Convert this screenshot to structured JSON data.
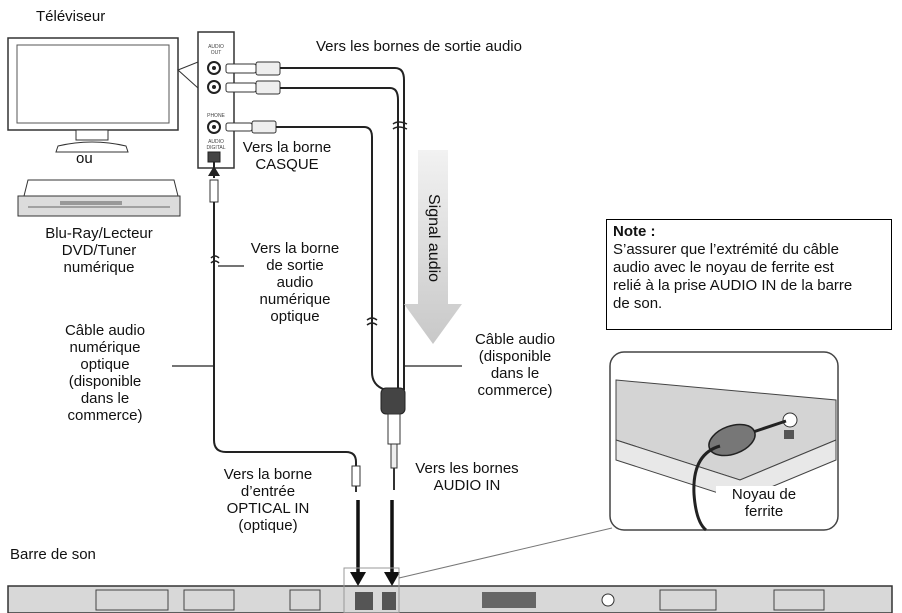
{
  "devices": {
    "tv": "Téléviseur",
    "or": "ou",
    "player": [
      "Blu-Ray/Lecteur",
      "DVD/Tuner",
      "numérique"
    ],
    "soundbar": "Barre de son"
  },
  "panel_labels": {
    "audio_out": [
      "AUDIO",
      "OUT"
    ],
    "phone": "PHONE",
    "audio_digital": [
      "AUDIO",
      "DIGITAL"
    ]
  },
  "labels": {
    "audio_out_terminals": "Vers les bornes de sortie audio",
    "headphone": [
      "Vers la borne",
      "CASQUE"
    ],
    "digital_out": [
      "Vers la borne",
      "de sortie",
      "audio",
      "numérique",
      "optique"
    ],
    "optical_cable": [
      "Câble audio",
      "numérique",
      "optique",
      "(disponible",
      "dans le",
      "commerce)"
    ],
    "audio_cable": [
      "Câble audio",
      "(disponible",
      "dans le",
      "commerce)"
    ],
    "optical_in": [
      "Vers la borne",
      "d’entrée",
      "OPTICAL IN",
      "(optique)"
    ],
    "audio_in": [
      "Vers les bornes",
      "AUDIO IN"
    ],
    "ferrite": [
      "Noyau de",
      "ferrite"
    ],
    "signal": "Signal audio"
  },
  "note": {
    "title": "Note :",
    "text": [
      "S’assurer que l’extrémité du câble",
      "audio avec le noyau de ferrite est",
      "relié à la prise AUDIO IN de la barre",
      "de son."
    ]
  }
}
